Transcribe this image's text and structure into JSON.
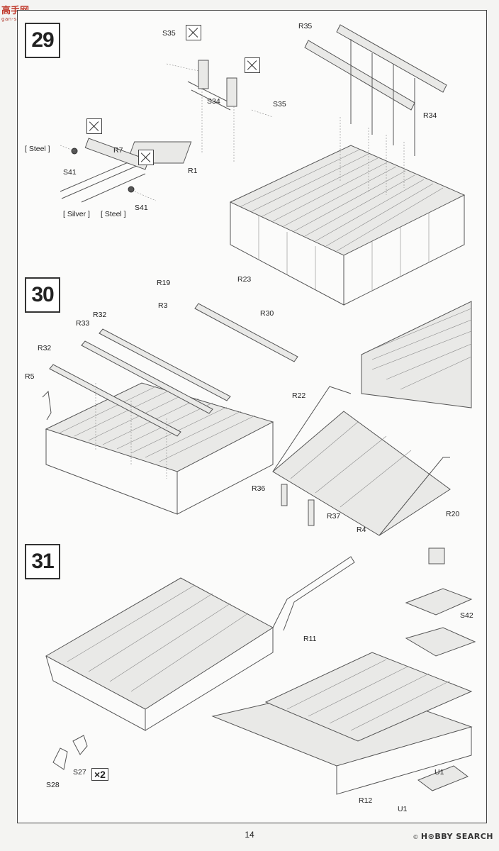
{
  "watermark_top": {
    "main": "高手网",
    "sub": "gan-shou.com"
  },
  "watermark_bottom": {
    "copyright": "©",
    "brand": "H⊙BBY SEARCH"
  },
  "page_number": "14",
  "steps": [
    {
      "number": "29",
      "labels": [
        "S35",
        "S34",
        "S35",
        "R1",
        "[ Steel ]",
        "R7",
        "S41",
        "[ Silver ]",
        "[ Steel ]",
        "S41",
        "R35",
        "R34"
      ]
    },
    {
      "number": "30",
      "labels": [
        "R19",
        "R23",
        "R3",
        "R30",
        "R32",
        "R33",
        "R32",
        "R5",
        "R22",
        "R36",
        "R37",
        "R4",
        "R20"
      ]
    },
    {
      "number": "31",
      "labels": [
        "S42",
        "R11",
        "S27",
        "S28",
        "U1",
        "R12",
        "U1"
      ],
      "multiplier": "×2"
    }
  ]
}
